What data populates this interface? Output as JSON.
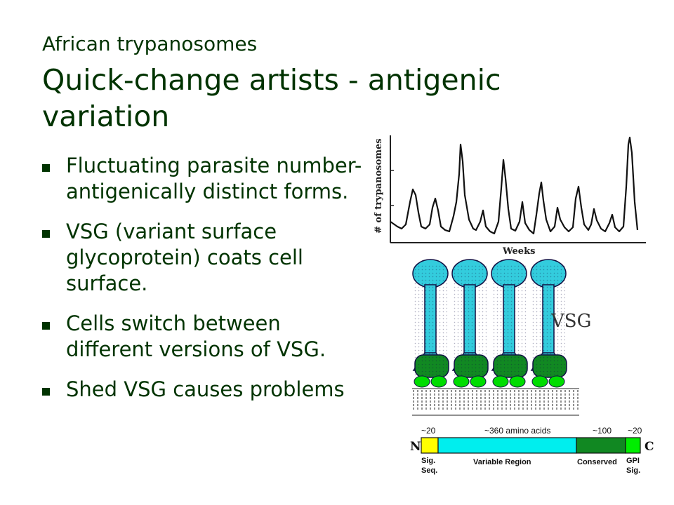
{
  "slide": {
    "subtitle": "African trypanosomes",
    "title": "Quick-change artists - antigenic variation",
    "bullets": [
      "Fluctuating parasite number- antigenically distinct forms.",
      "VSG (variant surface glycoprotein) coats cell surface.",
      "Cells switch between different versions of VSG.",
      "Shed VSG causes problems"
    ]
  },
  "figure": {
    "graph": {
      "ylabel": "# of trypanosomes",
      "xlabel": "Weeks"
    },
    "membrane": {
      "label": "VSG",
      "colors": {
        "head": "#33ccdd",
        "base": "#118822",
        "anchor": "#00dd00"
      }
    },
    "gene_map": {
      "n_label": "N",
      "c_label": "C",
      "top_labels": [
        "~20",
        "~360 amino acids",
        "~100",
        "~20"
      ],
      "bottom_labels": {
        "sig": "Sig. Seq.",
        "variable": "Variable Region",
        "conserved": "Conserved",
        "gpi": "GPI Sig."
      },
      "colors": {
        "sig": "#ffff00",
        "variable": "#00eeee",
        "conserved": "#118822",
        "gpi": "#00ee00"
      }
    }
  }
}
